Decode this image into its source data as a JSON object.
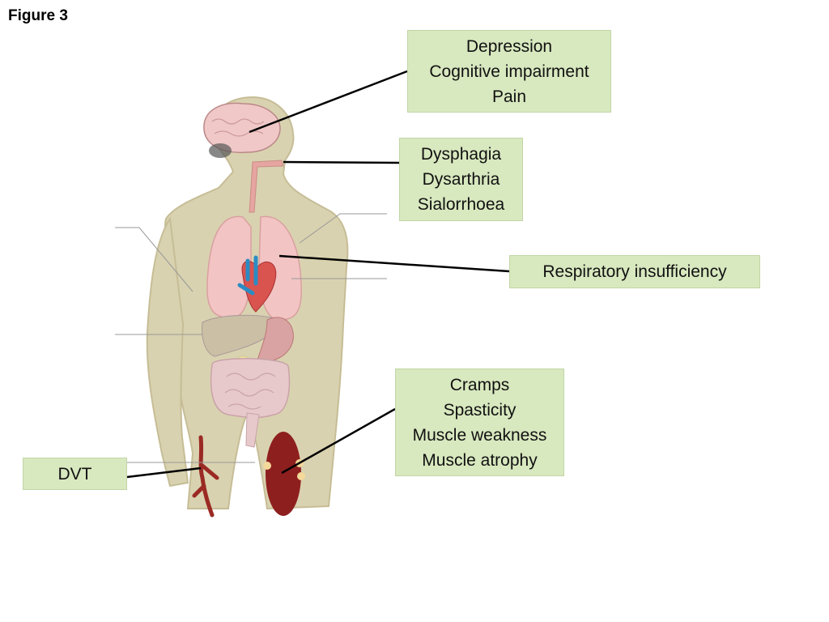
{
  "figure": {
    "title": "Figure 3"
  },
  "callouts": {
    "cns": [
      "Depression",
      "Cognitive impairment",
      "Pain"
    ],
    "bulbar": [
      "Dysphagia",
      "Dysarthria",
      "Sialorrhoea"
    ],
    "respiratory": [
      "Respiratory insufficiency"
    ],
    "muscle": [
      "Cramps",
      "Spasticity",
      "Muscle weakness",
      "Muscle atrophy"
    ],
    "dvt": [
      "DVT"
    ]
  },
  "colors": {
    "callout_fill": "#d8e8bf",
    "skin": "#d9d2b0",
    "lung": "#f2c4c4",
    "muscle": "#8e1f1f",
    "leader_line": "#000000"
  }
}
